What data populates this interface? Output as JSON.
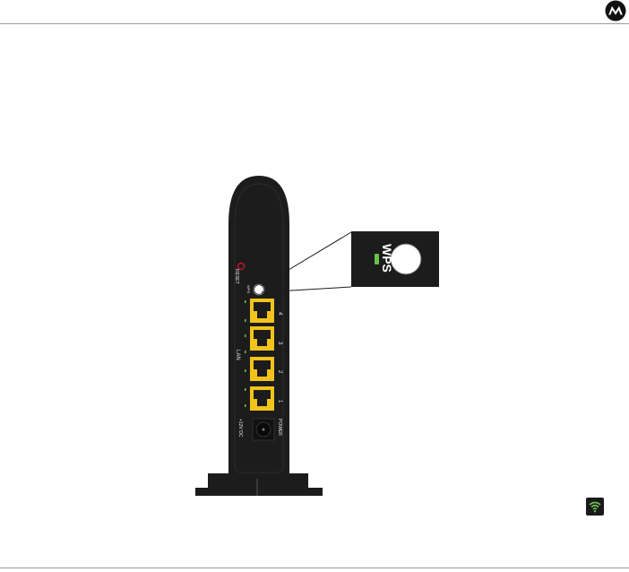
{
  "device": {
    "reset_label": "RESET",
    "wps_small_label": "WPS",
    "lan_label": "LAN",
    "port_numbers": [
      "4",
      "3",
      "2",
      "1"
    ],
    "power_label": "POWER",
    "dc_label": "+12V DC",
    "callout_wps_label": "WPS"
  },
  "icons": {
    "logo": "motorola-logo-icon",
    "badge": "wifi-icon"
  },
  "colors": {
    "port_yellow": "#f2c31b",
    "led_green": "#6cc04a",
    "reset_red": "#c8102e",
    "body_black": "#1c1c1c"
  }
}
